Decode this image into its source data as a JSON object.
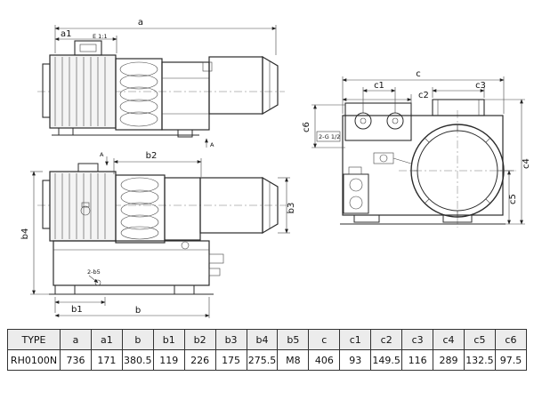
{
  "drawing": {
    "labels": {
      "a": "a",
      "a1": "a1",
      "b": "b",
      "b1": "b1",
      "b2": "b2",
      "b3": "b3",
      "b4": "b4",
      "b5_note": "2-b5",
      "c": "c",
      "c1": "c1",
      "c2": "c2",
      "c3": "c3",
      "c4": "c4",
      "c5": "c5",
      "c6": "c6",
      "detail_e": "E 1:1",
      "section_a_top": "A",
      "section_a_bottom": "A",
      "port_note": "2-G 1/2"
    }
  },
  "table": {
    "headers": [
      "TYPE",
      "a",
      "a1",
      "b",
      "b1",
      "b2",
      "b3",
      "b4",
      "b5",
      "c",
      "c1",
      "c2",
      "c3",
      "c4",
      "c5",
      "c6"
    ],
    "rows": [
      [
        "RH0100N",
        "736",
        "171",
        "380.5",
        "119",
        "226",
        "175",
        "275.5",
        "M8",
        "406",
        "93",
        "149.5",
        "116",
        "289",
        "132.5",
        "97.5"
      ]
    ]
  }
}
